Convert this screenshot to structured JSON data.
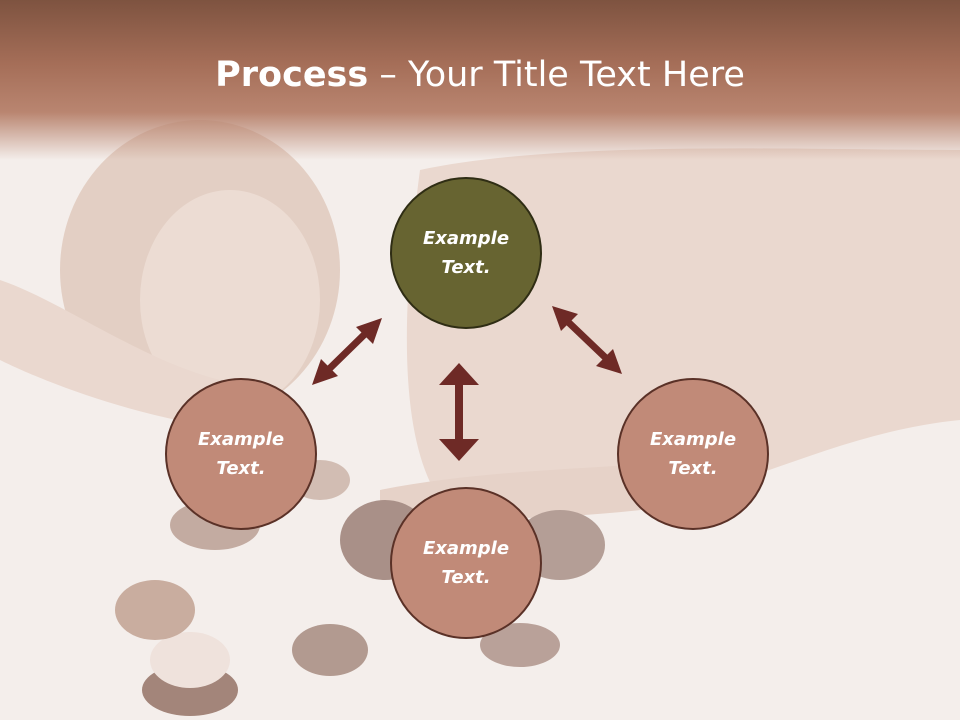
{
  "title": {
    "bold": "Process",
    "dash": " – ",
    "rest": "Your Title Text Here"
  },
  "nodes": {
    "center": "Example Text.",
    "left": "Example Text.",
    "right": "Example Text.",
    "bottom": "Example Text."
  },
  "colors": {
    "title_band": "#a56e58",
    "center_fill": "#676431",
    "outer_fill": "#c18a78",
    "arrow": "#6e2a26",
    "text": "#ffffff"
  }
}
